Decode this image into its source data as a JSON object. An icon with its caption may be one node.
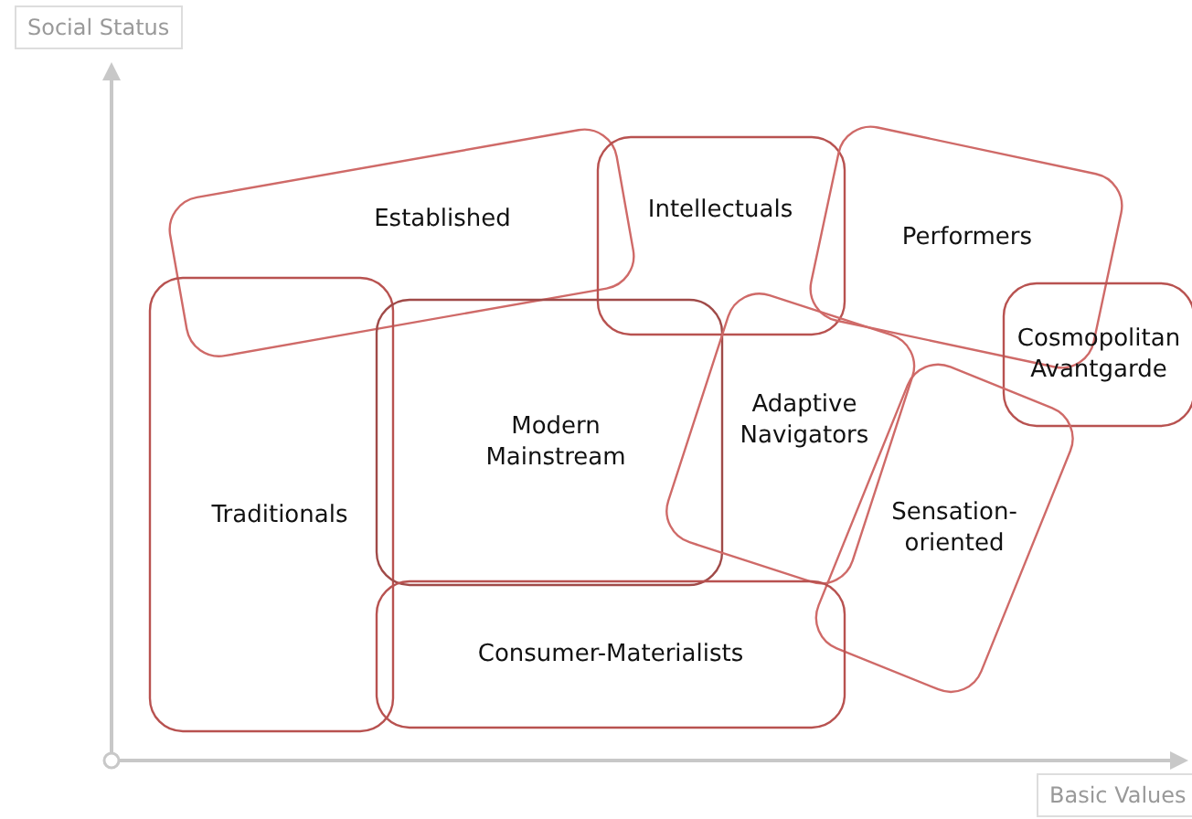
{
  "diagram": {
    "nodes": [
      {
        "text": [
          "Established"
        ]
      },
      {
        "text": [
          "Intellectuals"
        ]
      },
      {
        "text": [
          "Performers"
        ]
      },
      {
        "text": [
          "Cosmopolitan Avantgarde"
        ]
      },
      {
        "text": [
          "Traditionals"
        ]
      },
      {
        "text": [
          "Modern Mainstream"
        ]
      },
      {
        "text": [
          "Adaptive Navigators"
        ]
      },
      {
        "text": [
          "Sensation-oriented"
        ]
      },
      {
        "text": [
          "Consumer-Materialists"
        ]
      }
    ],
    "edges": [],
    "labels": [
      "Social Status",
      "Basic Values"
    ]
  }
}
